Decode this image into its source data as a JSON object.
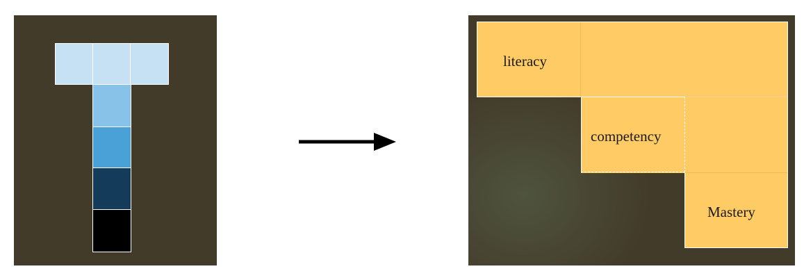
{
  "colors": {
    "panel_background": "#433b2a",
    "cell_border": "#ffffff",
    "stair_fill": "#ffcb65",
    "arrow": "#000000"
  },
  "left_panel": {
    "shape": "T",
    "cells": [
      {
        "name": "top-left",
        "color": "#c6e0f4"
      },
      {
        "name": "top-mid",
        "color": "#c6e0f4"
      },
      {
        "name": "top-right",
        "color": "#c6e0f4"
      },
      {
        "name": "stem-1",
        "color": "#89c2e8"
      },
      {
        "name": "stem-2",
        "color": "#4aa1d8"
      },
      {
        "name": "stem-3",
        "color": "#143c5a"
      },
      {
        "name": "stem-4",
        "color": "#000000"
      }
    ]
  },
  "arrow": {
    "direction": "right"
  },
  "right_panel": {
    "shape": "staircase",
    "labels": {
      "literacy": "literacy",
      "competency": "competency",
      "mastery": "Mastery"
    }
  }
}
